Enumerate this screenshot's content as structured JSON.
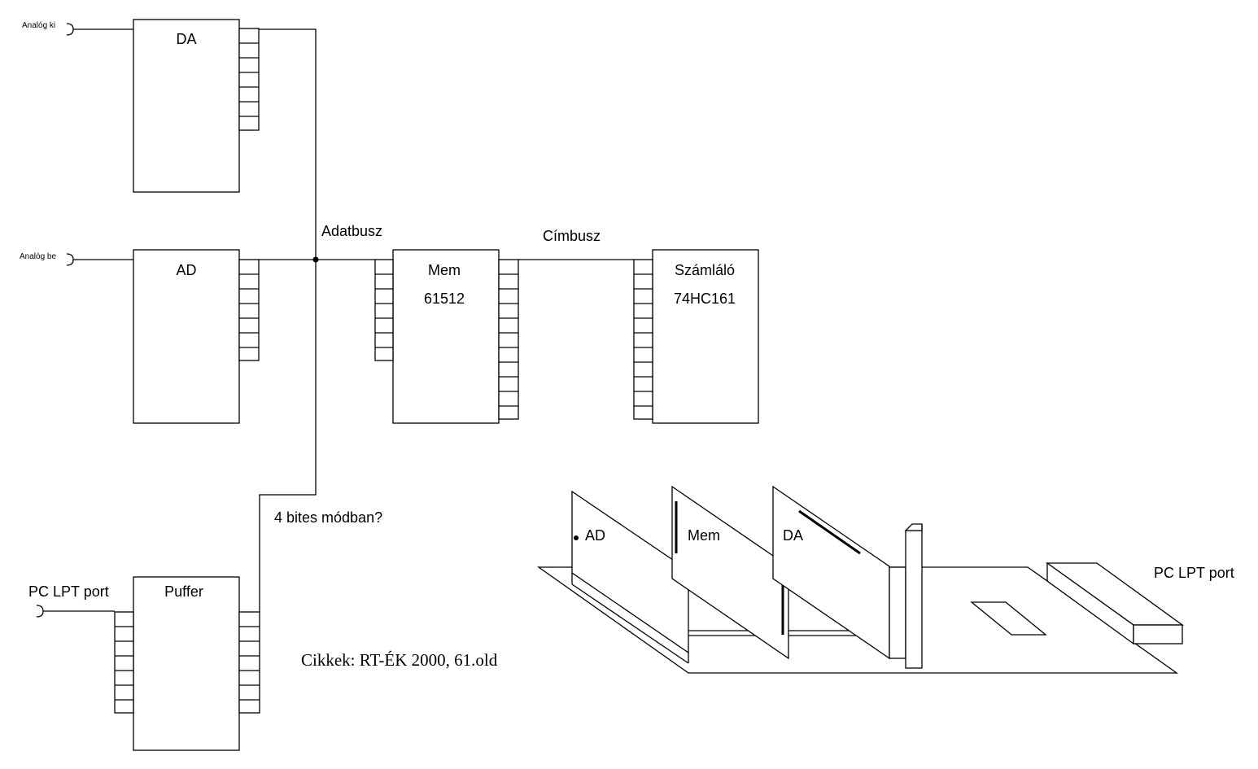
{
  "labels": {
    "analog_out": "Analóg ki",
    "analog_in": "Analóg be",
    "data_bus": "Adatbusz",
    "address_bus": "Címbusz",
    "four_bit_mode": "4 bites módban?",
    "pc_lpt_port_left": "PC LPT port",
    "pc_lpt_port_right": "PC LPT port",
    "source": "Cikkek: RT-ÉK 2000, 61.old"
  },
  "blocks": {
    "da": {
      "title": "DA"
    },
    "ad": {
      "title": "AD"
    },
    "mem": {
      "title": "Mem",
      "part": "61512"
    },
    "counter": {
      "title": "Számláló",
      "part": "74HC161"
    },
    "buffer": {
      "title": "Puffer"
    }
  },
  "cards": {
    "ad": "AD",
    "mem": "Mem",
    "da": "DA"
  }
}
